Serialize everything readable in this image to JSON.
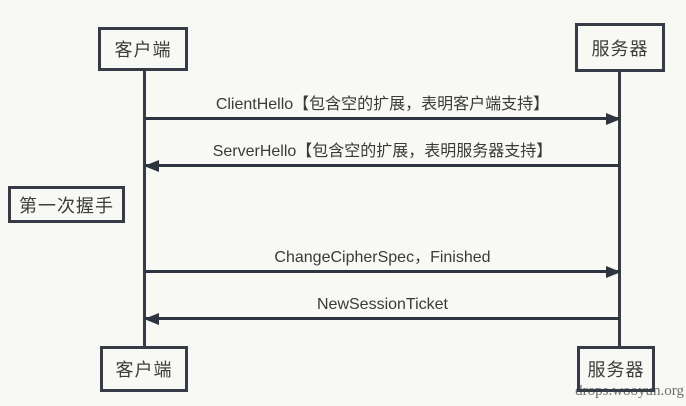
{
  "diagram": {
    "type": "sequence-diagram",
    "actors": {
      "client_top": "客户端",
      "server_top": "服务器",
      "client_bottom": "客户端",
      "server_bottom": "服务器"
    },
    "phase_label": "第一次握手",
    "messages": [
      {
        "text": "ClientHello【包含空的扩展，表明客户端支持】",
        "from": "client",
        "to": "server",
        "direction": "right"
      },
      {
        "text": "ServerHello【包含空的扩展，表明服务器支持】",
        "from": "server",
        "to": "client",
        "direction": "left"
      },
      {
        "text": "ChangeCipherSpec，Finished",
        "from": "client",
        "to": "server",
        "direction": "right"
      },
      {
        "text": "NewSessionTicket",
        "from": "server",
        "to": "client",
        "direction": "left"
      }
    ],
    "watermark": "drops.wooyun.org",
    "colors": {
      "line": "#2f3540",
      "box_border": "#363b45",
      "text": "#3a3a3a",
      "background": "#f8f9f4",
      "watermark": "#6e6e6e"
    }
  }
}
